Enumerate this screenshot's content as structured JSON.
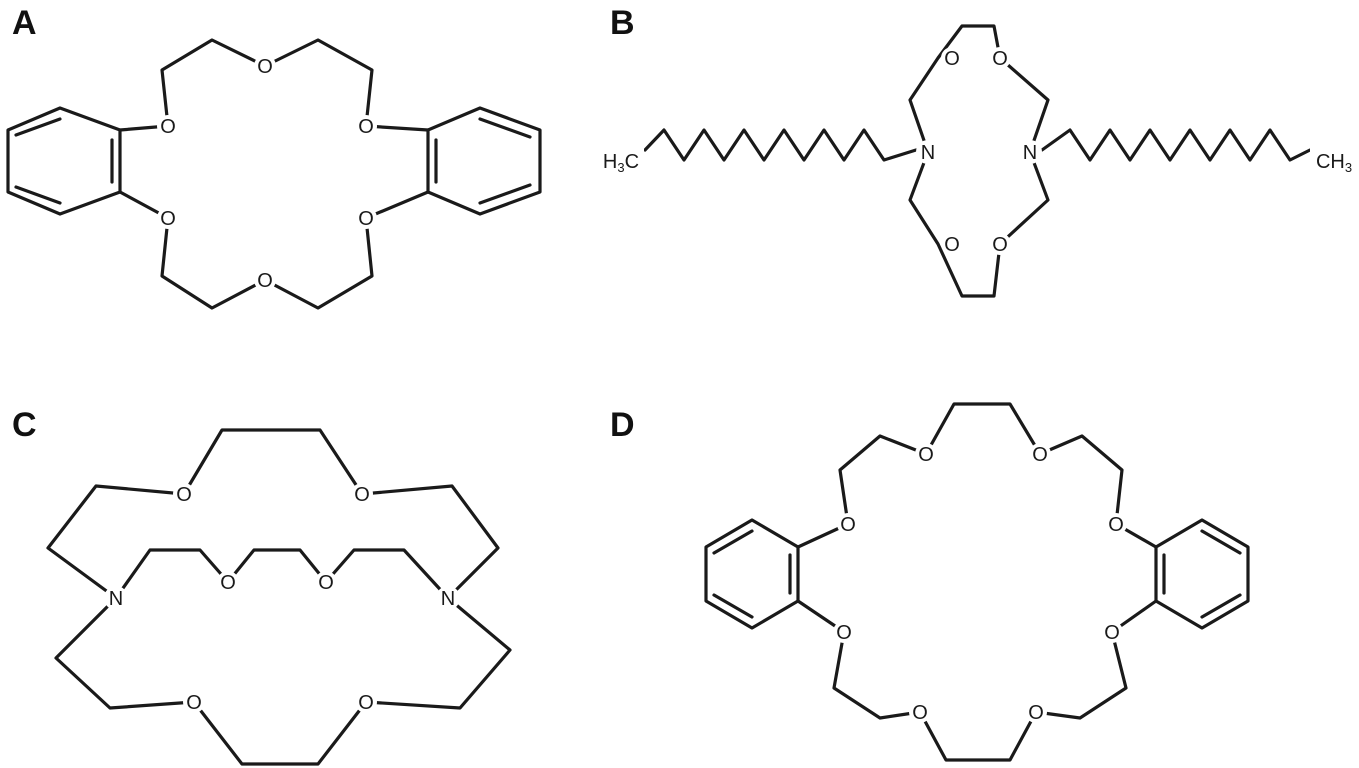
{
  "panels": {
    "a": {
      "letter": "A",
      "atoms": {
        "oxygen": "O"
      }
    },
    "b": {
      "letter": "B",
      "atoms": {
        "oxygen": "O",
        "nitrogen": "N",
        "methyl_left": "H3C",
        "methyl_right": "CH3"
      }
    },
    "c": {
      "letter": "C",
      "atoms": {
        "oxygen": "O",
        "nitrogen": "N"
      }
    },
    "d": {
      "letter": "D",
      "atoms": {
        "oxygen": "O"
      }
    }
  }
}
